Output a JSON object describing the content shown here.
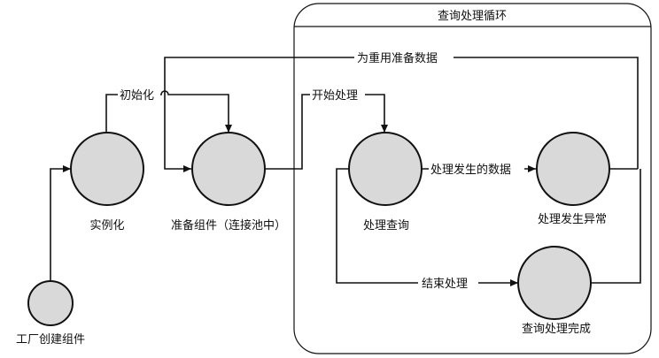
{
  "diagram": {
    "container_title": "查询处理循环",
    "states": {
      "factory": "工厂创建组件",
      "instantiate": "实例化",
      "prepare": "准备组件（连接池中）",
      "process": "处理查询",
      "exception": "处理发生异常",
      "complete": "查询处理完成"
    },
    "transitions": {
      "init": "初始化",
      "start": "开始处理",
      "reprepare": "为重用准备数据",
      "exception_data": "处理发生的数据",
      "end": "结束处理"
    }
  }
}
